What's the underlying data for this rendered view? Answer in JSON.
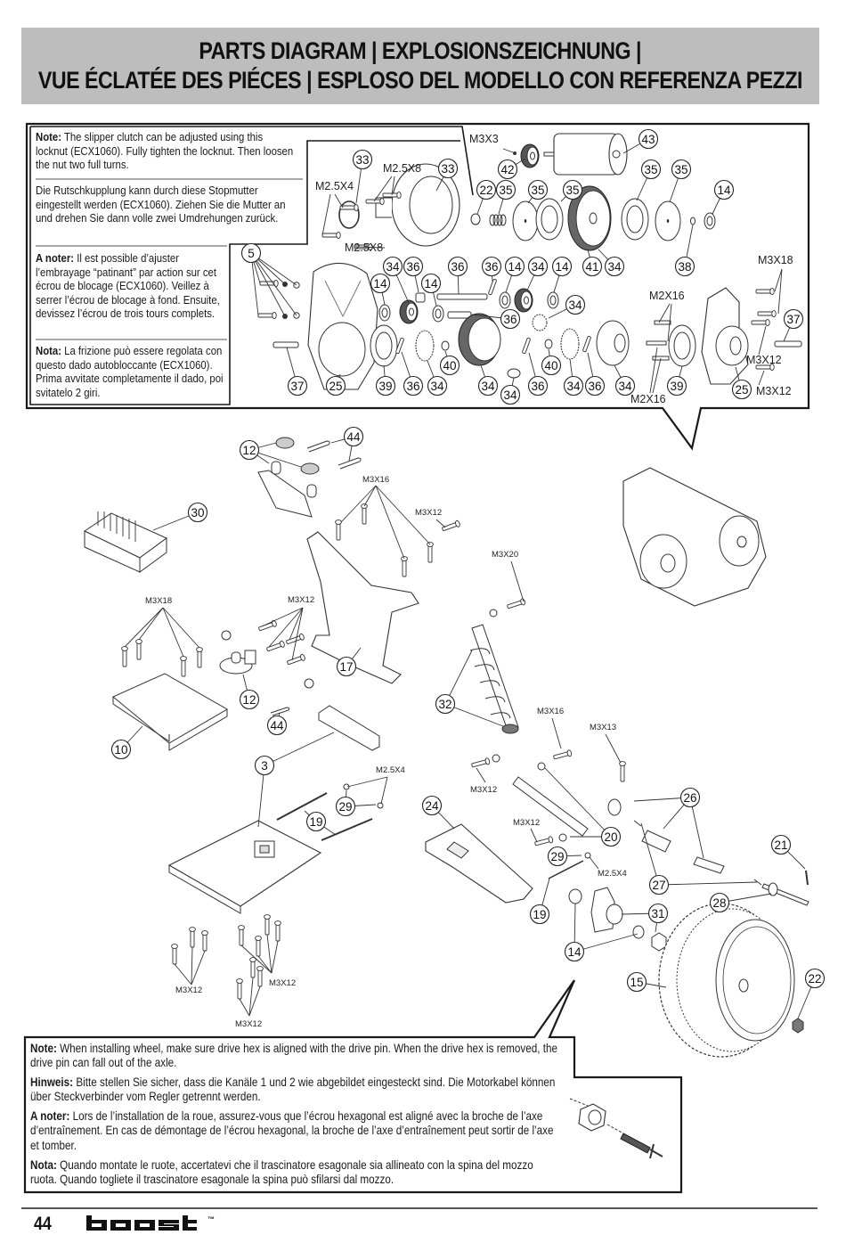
{
  "header": {
    "title_line1": "PARTS DIAGRAM | EXPLOSIONSZEICHNUNG |",
    "title_line2": "VUE ÉCLATÉE DES PIÉCES | ESPLOSO DEL MODELLO CON REFERENZA PEZZI"
  },
  "top_notes": [
    {
      "label": "Note:",
      "text": "The slipper clutch can be adjusted using this locknut (ECX1060). Fully tighten the locknut. Then loosen the nut two full turns."
    },
    {
      "label": "",
      "text": "Die Rutschkupplung kann durch diese Stopmutter eingestellt werden (ECX1060). Ziehen Sie die Mutter an und drehen Sie dann volle zwei Umdrehungen zurück."
    },
    {
      "label": "A noter:",
      "text": "Il est possible d’ajuster l’embrayage “patinant” par action sur cet écrou de blocage (ECX1060). Veillez à serrer l’écrou de blocage à fond. Ensuite, devissez l’écrou de trois tours complets."
    },
    {
      "label": "Nota:",
      "text": "La frizione può essere regolata con questo dado autobloccante (ECX1060). Prima avvitate completamente il dado, poi svitatelo 2 giri."
    }
  ],
  "transmission_callouts": {
    "part_numbers": [
      "43",
      "33",
      "33",
      "42",
      "35",
      "35",
      "22",
      "35",
      "35",
      "35",
      "14",
      "5",
      "34",
      "36",
      "36",
      "36",
      "14",
      "34",
      "14",
      "41",
      "34",
      "38",
      "14",
      "14",
      "34",
      "36",
      "37",
      "25",
      "39",
      "36",
      "34",
      "40",
      "34",
      "34",
      "36",
      "40",
      "34",
      "36",
      "34",
      "39",
      "25",
      "37"
    ],
    "fasteners": [
      "M3X3",
      "M2.5X8",
      "M2.5X4",
      "M2.5X8",
      "M3X18",
      "M2X16",
      "M2X16",
      "M3X12",
      "M3X12"
    ]
  },
  "chassis_callouts": {
    "part_numbers": [
      "44",
      "12",
      "30",
      "17",
      "12",
      "44",
      "10",
      "3",
      "19",
      "29",
      "32",
      "24",
      "20",
      "26",
      "21",
      "27",
      "29",
      "19",
      "28",
      "31",
      "14",
      "15",
      "22"
    ],
    "fasteners": [
      "M3X16",
      "M3X12",
      "M3X20",
      "M3X18",
      "M3X12",
      "M3X16",
      "M3X13",
      "M2.5X4",
      "M3X12",
      "M3X12",
      "M2.5X4",
      "M3X12",
      "M3X12",
      "M3X12"
    ]
  },
  "bottom_notes": [
    {
      "label": "Note:",
      "text": "When installing wheel, make sure drive hex is aligned with the drive pin. When the drive hex is removed, the drive pin can fall out of the axle."
    },
    {
      "label": "Hinweis:",
      "text": "Bitte stellen Sie sicher, dass die Kanäle 1 und 2 wie abgebildet eingesteckt sind. Die Motorkabel können über Steckverbinder vom Regler getrennt werden."
    },
    {
      "label": "A noter:",
      "text": "Lors de l’installation de la roue, assurez-vous que l’écrou hexagonal est aligné avec la broche de l’axe d’entraînement.  En cas de démontage de l’écrou hexagonal, la broche de l’axe d’entraînement peut sortir de l’axe et tomber."
    },
    {
      "label": "Nota:",
      "text": "Quando montate le ruote, accertatevi che il trascinatore esagonale sia allineato con la spina del mozzo ruota. Quando togliete il trascinatore esagonale la spina può sfilarsi dal mozzo."
    }
  ],
  "footer": {
    "page_number": "44",
    "brand": "boost",
    "trademark": "™"
  }
}
